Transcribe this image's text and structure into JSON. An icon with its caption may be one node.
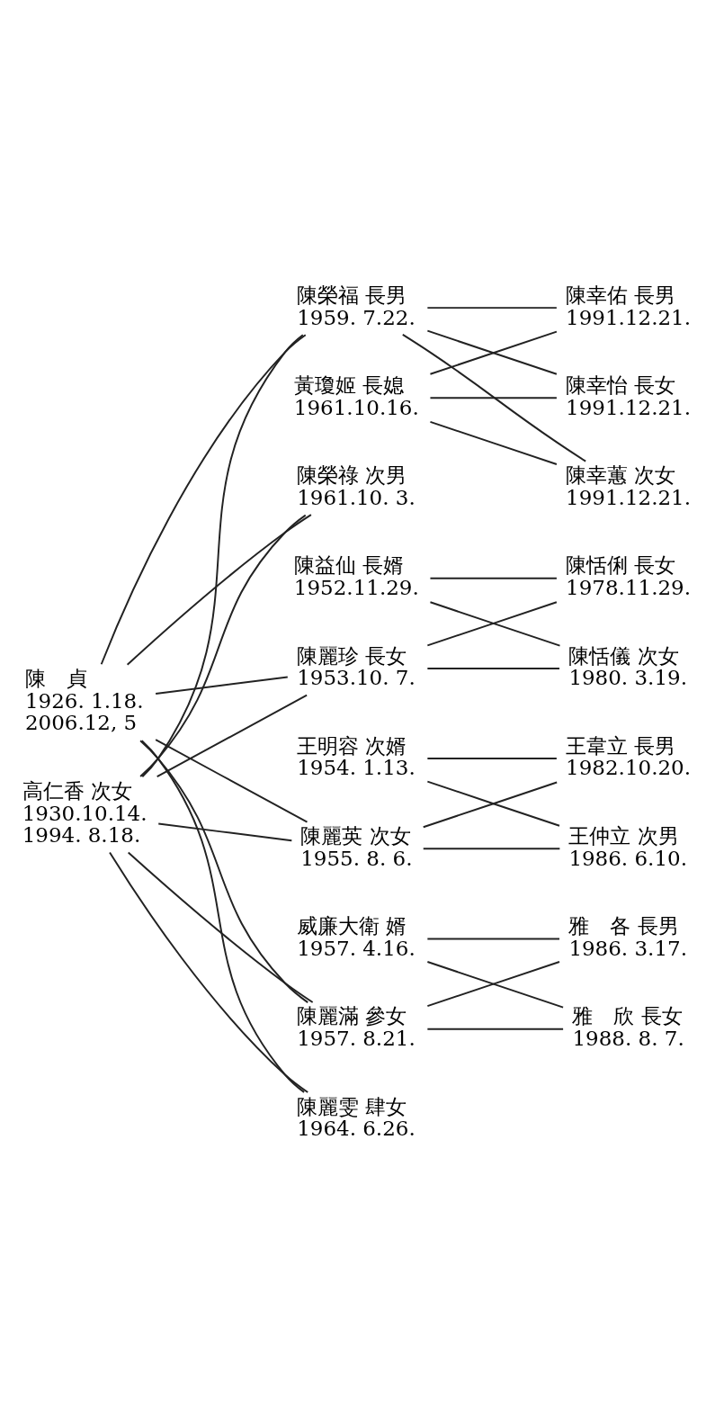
{
  "diagram": {
    "nodes": [
      {
        "text": [
          "陳　貞",
          "1926. 1.18.",
          "2006.12, 5"
        ]
      },
      {
        "text": [
          "高仁香 次女",
          "1930.10.14.",
          "1994. 8.18."
        ]
      },
      {
        "text": [
          "陳榮福 長男",
          "1959. 7.22."
        ]
      },
      {
        "text": [
          "黃瓊姬 長媳",
          "1961.10.16."
        ]
      },
      {
        "text": [
          "陳榮祿 次男",
          "1961.10. 3."
        ]
      },
      {
        "text": [
          "陳益仙 長婿",
          "1952.11.29."
        ]
      },
      {
        "text": [
          "陳麗珍 長女",
          "1953.10. 7."
        ]
      },
      {
        "text": [
          "王明容 次婿",
          "1954. 1.13."
        ]
      },
      {
        "text": [
          "陳麗英 次女",
          "1955. 8. 6."
        ]
      },
      {
        "text": [
          "威廉大衛 婿",
          "1957. 4.16."
        ]
      },
      {
        "text": [
          "陳麗滿 參女",
          "1957. 8.21."
        ]
      },
      {
        "text": [
          "陳麗雯 肆女",
          "1964. 6.26."
        ]
      },
      {
        "text": [
          "陳幸佑 長男",
          "1991.12.21."
        ]
      },
      {
        "text": [
          "陳幸怡 長女",
          "1991.12.21."
        ]
      },
      {
        "text": [
          "陳幸蕙 次女",
          "1991.12.21."
        ]
      },
      {
        "text": [
          "陳恬俐 長女",
          "1978.11.29."
        ]
      },
      {
        "text": [
          "陳恬儀 次女",
          "1980. 3.19."
        ]
      },
      {
        "text": [
          "王韋立 長男",
          "1982.10.20."
        ]
      },
      {
        "text": [
          "王仲立 次男",
          "1986. 6.10."
        ]
      },
      {
        "text": [
          "雅　各 長男",
          "1986. 3.17."
        ]
      },
      {
        "text": [
          "雅　欣 長女",
          "1988. 8. 7."
        ]
      }
    ],
    "edges": [
      {
        "from": 0,
        "to": 2,
        "arrow": "none"
      },
      {
        "from": 1,
        "to": 2,
        "arrow": "none"
      },
      {
        "from": 0,
        "to": 4,
        "arrow": "none"
      },
      {
        "from": 1,
        "to": 4,
        "arrow": "none"
      },
      {
        "from": 0,
        "to": 6,
        "arrow": "none"
      },
      {
        "from": 1,
        "to": 6,
        "arrow": "none"
      },
      {
        "from": 0,
        "to": 8,
        "arrow": "none"
      },
      {
        "from": 1,
        "to": 8,
        "arrow": "none"
      },
      {
        "from": 0,
        "to": 10,
        "arrow": "none"
      },
      {
        "from": 1,
        "to": 10,
        "arrow": "none"
      },
      {
        "from": 0,
        "to": 11,
        "arrow": "none"
      },
      {
        "from": 1,
        "to": 11,
        "arrow": "none"
      },
      {
        "from": 2,
        "to": 12,
        "arrow": "none"
      },
      {
        "from": 3,
        "to": 12,
        "arrow": "none"
      },
      {
        "from": 2,
        "to": 13,
        "arrow": "none"
      },
      {
        "from": 3,
        "to": 13,
        "arrow": "none"
      },
      {
        "from": 2,
        "to": 14,
        "arrow": "none"
      },
      {
        "from": 3,
        "to": 14,
        "arrow": "none"
      },
      {
        "from": 5,
        "to": 15,
        "arrow": "none"
      },
      {
        "from": 6,
        "to": 15,
        "arrow": "none"
      },
      {
        "from": 5,
        "to": 16,
        "arrow": "none"
      },
      {
        "from": 6,
        "to": 16,
        "arrow": "none"
      },
      {
        "from": 7,
        "to": 17,
        "arrow": "none"
      },
      {
        "from": 8,
        "to": 17,
        "arrow": "none"
      },
      {
        "from": 7,
        "to": 18,
        "arrow": "none"
      },
      {
        "from": 8,
        "to": 18,
        "arrow": "none"
      },
      {
        "from": 9,
        "to": 19,
        "arrow": "none"
      },
      {
        "from": 10,
        "to": 19,
        "arrow": "none"
      },
      {
        "from": 9,
        "to": 20,
        "arrow": "none"
      },
      {
        "from": 10,
        "to": 20,
        "arrow": "none"
      }
    ]
  }
}
